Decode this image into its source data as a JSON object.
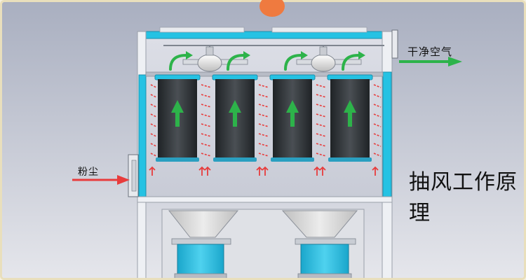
{
  "labels": {
    "clean_air": "干净空气",
    "dust": "粉尘",
    "title": "抽风工作原理"
  },
  "colors": {
    "background_top": "#acb2c3",
    "background_bottom": "#e2e3e9",
    "frame_cyan": "#25c2e3",
    "filter_dark": "#2f3337",
    "airflow_red": "#e83c3c",
    "airflow_green": "#2db34a",
    "hopper_gray": "#d9d9d9",
    "bin_cyan": "#29b9db",
    "accent_orange": "#ef7a3f"
  },
  "filters": {
    "count": 4
  }
}
